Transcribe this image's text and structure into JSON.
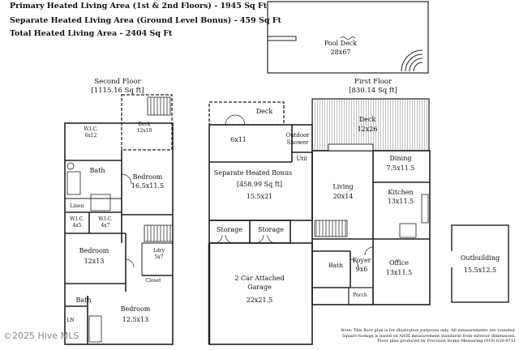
{
  "header": {
    "line1": "Primary Heated Living Area (1st & 2nd Floors) - 1945 Sq Ft",
    "line2": "Separate Heated Living Area (Ground Level Bonus) - 459 Sq Ft",
    "line3": "Total Heated Living Area - 2404 Sq Ft"
  },
  "pool_deck": {
    "name": "Pool Deck",
    "dims": "28x67"
  },
  "second_floor": {
    "title": "Second Floor",
    "area": "[1115.16 Sq ft]",
    "rooms": {
      "wic1": {
        "name": "W.I.C.",
        "dims": "6x12"
      },
      "deck": {
        "name": "Deck",
        "dims": "12x10"
      },
      "bath": {
        "name": "Bath"
      },
      "bedroom1": {
        "name": "Bedroom",
        "dims": "16.5x11.5"
      },
      "linen": {
        "name": "Linen"
      },
      "wic2": {
        "name": "W.I.C.",
        "dims": "4x5"
      },
      "wic3": {
        "name": "W.I.C.",
        "dims": "4x7"
      },
      "bedroom2": {
        "name": "Bedroom",
        "dims": "12x13"
      },
      "ldry": {
        "name": "Ldry",
        "dims": "5x7"
      },
      "closet": {
        "name": "Closet"
      },
      "bath2": {
        "name": "Bath"
      },
      "ln": {
        "name": "LN"
      },
      "bedroom3": {
        "name": "Bedroom",
        "dims": "12.5x13"
      }
    }
  },
  "ground_level": {
    "deck": {
      "name": "Deck"
    },
    "room6x11": {
      "dims": "6x11"
    },
    "outdoor_shower": {
      "name": "Outdoor Shower"
    },
    "util": {
      "name": "Util"
    },
    "bonus": {
      "name": "Separate Heated Bonus",
      "area": "[458.99 Sq ft]",
      "dims": "15.5x21"
    },
    "storage1": {
      "name": "Storage"
    },
    "storage2": {
      "name": "Storage"
    },
    "garage": {
      "name": "2 Car Attached Garage",
      "dims": "22x21.5"
    }
  },
  "first_floor": {
    "title": "First Floor",
    "area": "[830.14 Sq ft]",
    "rooms": {
      "deck": {
        "name": "Deck",
        "dims": "12x26"
      },
      "dining": {
        "name": "Dining",
        "dims": "7.5x11.5"
      },
      "living": {
        "name": "Living",
        "dims": "20x14"
      },
      "kitchen": {
        "name": "Kitchen",
        "dims": "13x11.5"
      },
      "bath": {
        "name": "Bath"
      },
      "foyer": {
        "name": "Foyer",
        "dims": "9x6"
      },
      "office": {
        "name": "Office",
        "dims": "13x11.5"
      },
      "porch": {
        "name": "Porch"
      }
    }
  },
  "outbuilding": {
    "name": "Outbuilding",
    "dims": "15.5x12.5"
  },
  "footer": {
    "note1": "Note: This floor plan is for illustration purposes only. All measurements are rounded.",
    "note2": "Square footage is based on ANSI measurement standards from exterior dimensions.",
    "note3": "Floor plan produced by Precision Home Measuring (910) 620-9711",
    "watermark": "©2025 Hive MLS"
  }
}
